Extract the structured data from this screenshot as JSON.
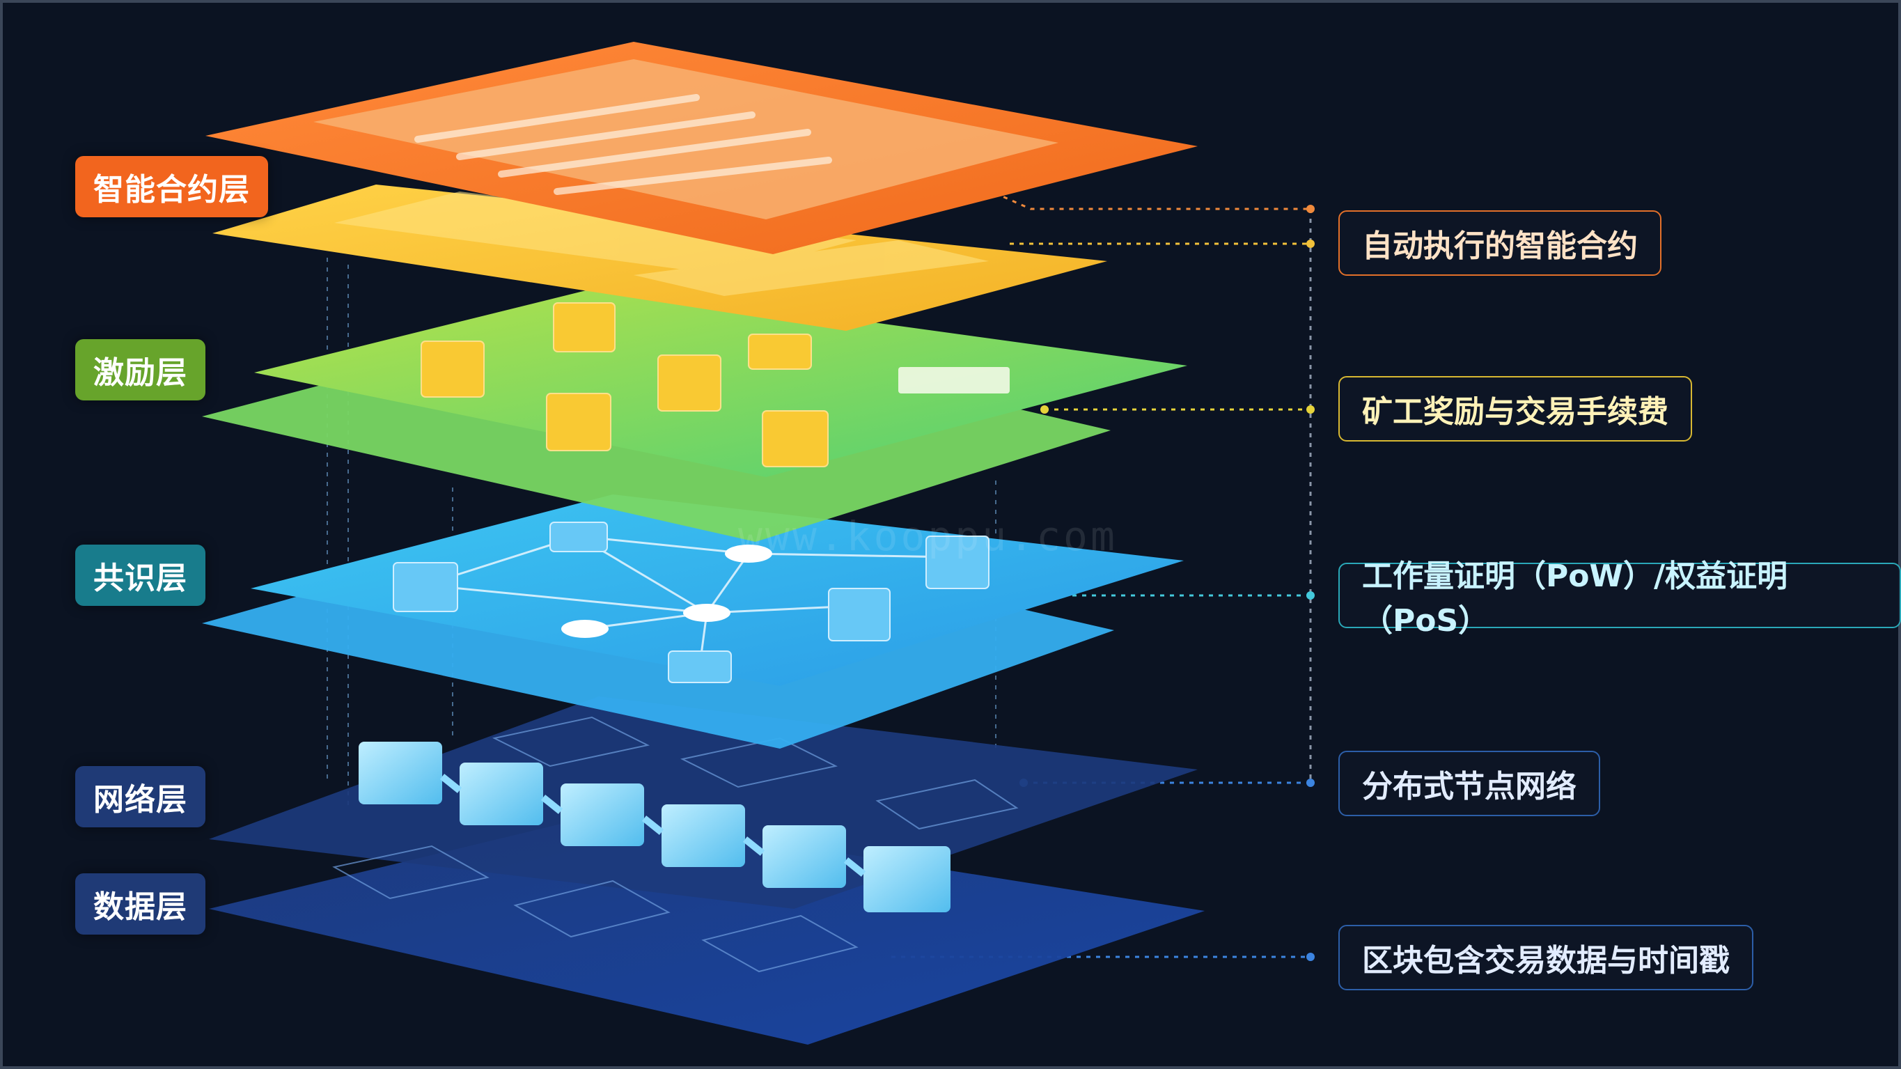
{
  "layers": [
    {
      "label": "智能合约层",
      "description": "自动执行的智能合约",
      "color": "#f26a1f",
      "accent": "#f5a25c"
    },
    {
      "label": "激励层",
      "description": "矿工奖励与交易手续费",
      "color": "#6aa82c",
      "accent": "#f4cc34"
    },
    {
      "label": "共识层",
      "description": "工作量证明（PoW）/权益证明（PoS）",
      "color": "#1a8a9c",
      "accent": "#49c6ee"
    },
    {
      "label": "网络层",
      "description": "分布式节点网络",
      "color": "#1f3f7a",
      "accent": "#2c64b8"
    },
    {
      "label": "数据层",
      "description": "区块包含交易数据与时间戳",
      "color": "#1f3f7a",
      "accent": "#1d4aa6"
    }
  ],
  "watermark": "www.kooppu.com"
}
